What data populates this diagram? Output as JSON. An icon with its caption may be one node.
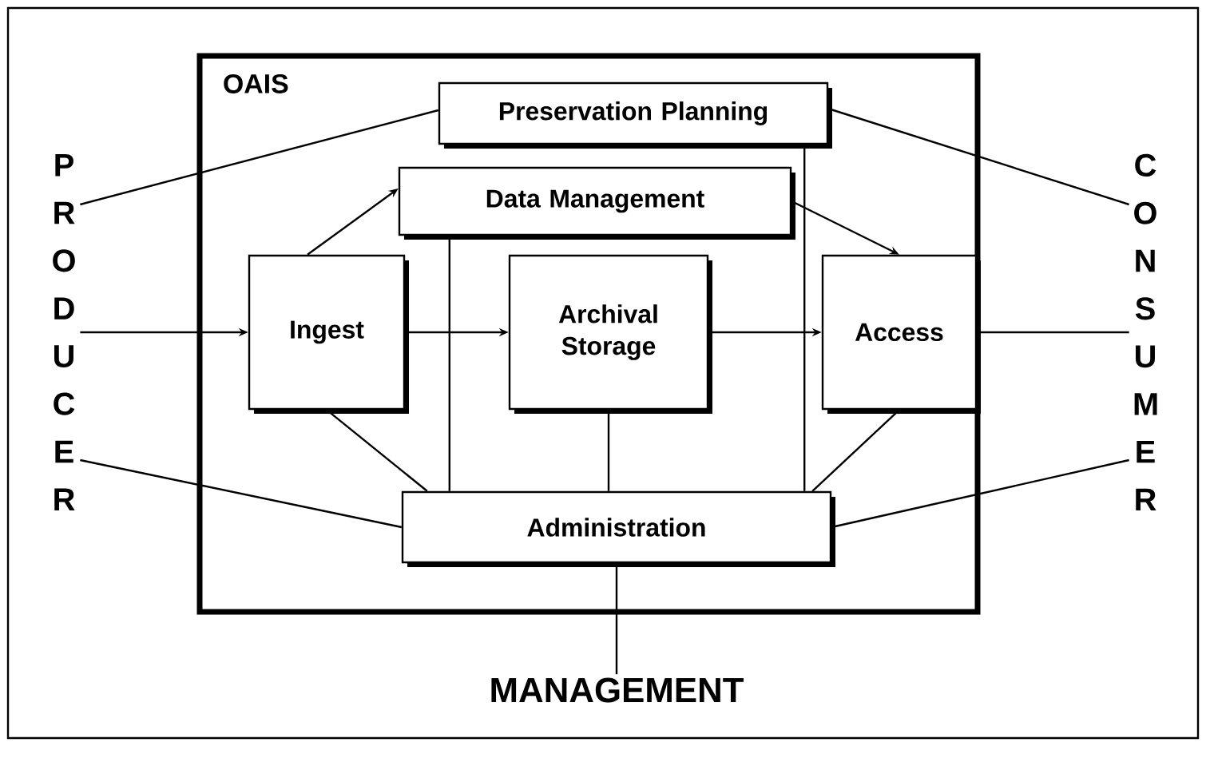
{
  "diagram": {
    "nodes": [
      {
        "text": [
          "OAIS"
        ]
      },
      {
        "text": [
          "Preservation Planning"
        ],
        "in": 0
      },
      {
        "text": [
          "Data Management"
        ],
        "in": 0
      },
      {
        "text": [
          "Ingest"
        ],
        "in": 0
      },
      {
        "text": [
          "Archival Storage"
        ],
        "in": 0
      },
      {
        "text": [
          "Access"
        ],
        "in": 0
      },
      {
        "text": [
          "Administration"
        ],
        "in": 0
      },
      {
        "text": [
          "P R O D U C E R"
        ]
      },
      {
        "text": [
          "C O N S U M E R"
        ]
      },
      {
        "text": [
          "MANAGEMENT"
        ]
      }
    ],
    "edges": [
      {
        "from": 7,
        "to": 1,
        "arrow": "none"
      },
      {
        "from": 7,
        "to": 3,
        "arrow": "to"
      },
      {
        "from": 7,
        "to": 6,
        "arrow": "none"
      },
      {
        "from": 3,
        "to": 2,
        "arrow": "to"
      },
      {
        "from": 3,
        "to": 4,
        "arrow": "to"
      },
      {
        "from": 3,
        "to": 6,
        "arrow": "none"
      },
      {
        "from": 2,
        "to": 6,
        "arrow": "none"
      },
      {
        "from": 1,
        "to": 6,
        "arrow": "none"
      },
      {
        "from": 2,
        "to": 5,
        "arrow": "to"
      },
      {
        "from": 4,
        "to": 5,
        "arrow": "to"
      },
      {
        "from": 4,
        "to": 6,
        "arrow": "none"
      },
      {
        "from": 5,
        "to": 6,
        "arrow": "none"
      },
      {
        "from": 5,
        "to": 8,
        "arrow": "none"
      },
      {
        "from": 1,
        "to": 8,
        "arrow": "none"
      },
      {
        "from": 6,
        "to": 8,
        "arrow": "none"
      },
      {
        "from": 6,
        "to": 9,
        "arrow": "none"
      }
    ]
  }
}
